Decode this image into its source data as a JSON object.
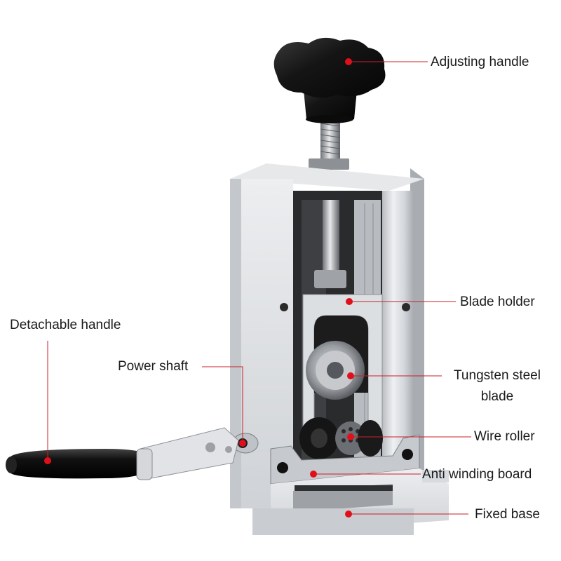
{
  "labels": {
    "adjusting_handle": "Adjusting handle",
    "blade_holder": "Blade holder",
    "tungsten_line1": "Tungsten steel",
    "tungsten_line2": "blade",
    "wire_roller": "Wire roller",
    "anti_winding_board": "Anti winding board",
    "fixed_base": "Fixed base",
    "detachable_handle": "Detachable handle",
    "power_shaft": "Power shaft"
  },
  "colors": {
    "callout_dot": "#e0101a",
    "callout_line": "#c8202a",
    "frame_metal": "#d9dbde",
    "frame_shadow": "#9ea2a7",
    "knob_black": "#1b1b1b"
  }
}
